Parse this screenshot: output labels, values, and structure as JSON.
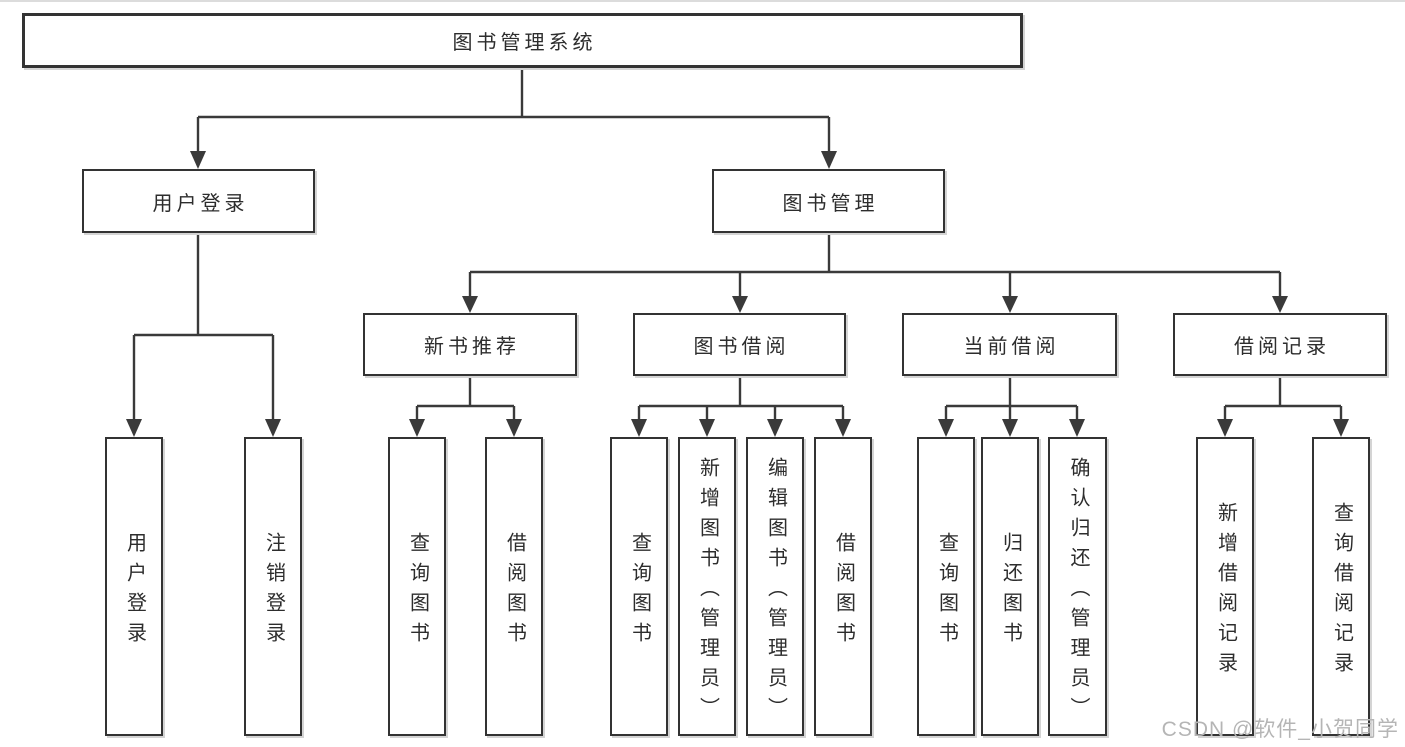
{
  "diagram": {
    "title_node": {
      "label": "图书管理系统"
    },
    "level2": [
      {
        "label": "用户登录"
      },
      {
        "label": "图书管理"
      }
    ],
    "level3": [
      {
        "label": "新书推荐",
        "parent": "图书管理"
      },
      {
        "label": "图书借阅",
        "parent": "图书管理"
      },
      {
        "label": "当前借阅",
        "parent": "图书管理"
      },
      {
        "label": "借阅记录",
        "parent": "图书管理"
      }
    ],
    "leaves": [
      {
        "label": "用户登录",
        "parent": "用户登录"
      },
      {
        "label": "注销登录",
        "parent": "用户登录"
      },
      {
        "label": "查询图书",
        "parent": "新书推荐"
      },
      {
        "label": "借阅图书",
        "parent": "新书推荐"
      },
      {
        "label": "查询图书",
        "parent": "图书借阅"
      },
      {
        "label": "新增图书（管理员）",
        "parent": "图书借阅"
      },
      {
        "label": "编辑图书（管理员）",
        "parent": "图书借阅"
      },
      {
        "label": "借阅图书",
        "parent": "图书借阅"
      },
      {
        "label": "查询图书",
        "parent": "当前借阅"
      },
      {
        "label": "归还图书",
        "parent": "当前借阅"
      },
      {
        "label": "确认归还（管理员）",
        "parent": "当前借阅"
      },
      {
        "label": "新增借阅记录",
        "parent": "借阅记录"
      },
      {
        "label": "查询借阅记录",
        "parent": "借阅记录"
      }
    ]
  },
  "watermark": {
    "text": "CSDN @软件_小贺同学"
  },
  "colors": {
    "line": "#3a3a3a",
    "box_border": "#333333",
    "box_fill": "#ffffff",
    "text": "#2d2d2d",
    "shadow": "#d4d4d4",
    "watermark": "#b5b5b5"
  }
}
